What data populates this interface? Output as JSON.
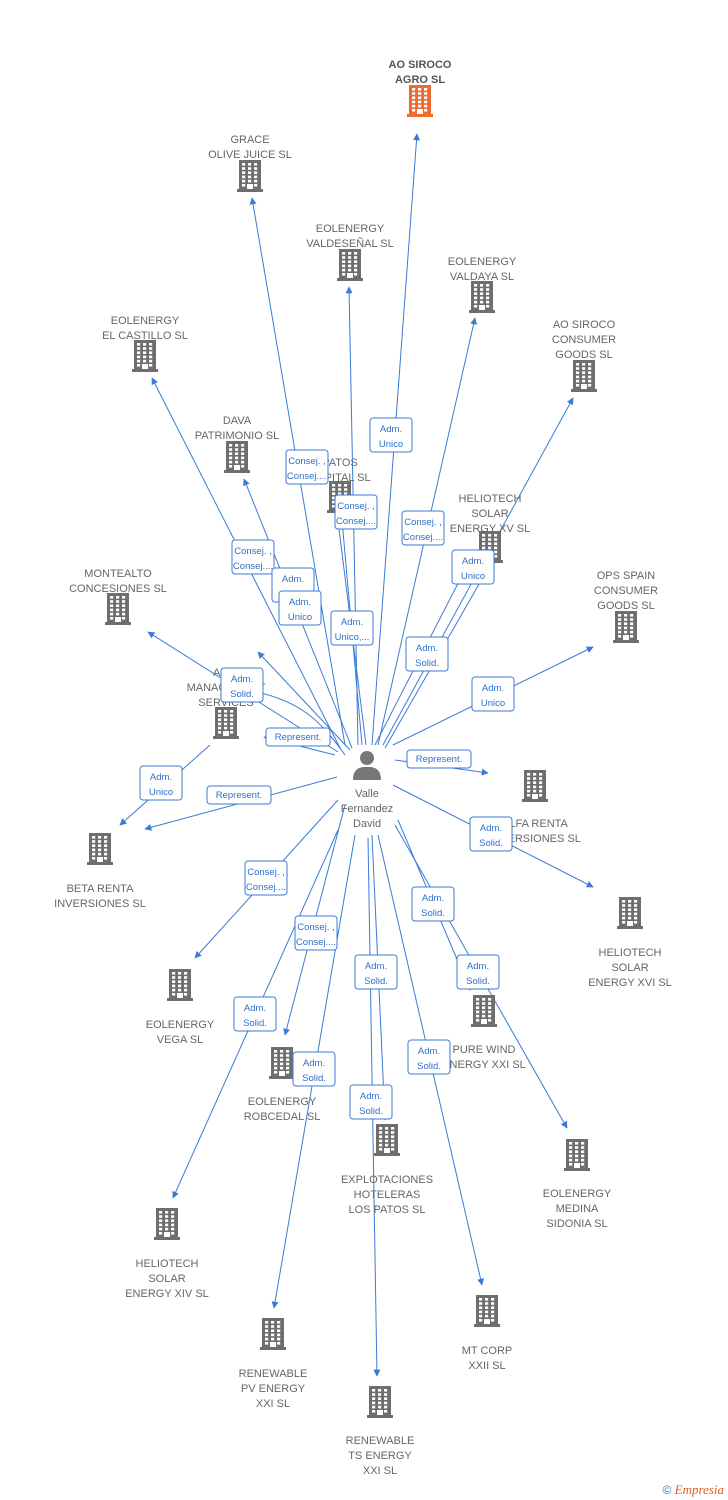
{
  "colors": {
    "edge": "#3a7bd5",
    "building": "#6e6e6e",
    "highlight": "#ee6a2f",
    "person": "#777777"
  },
  "center": {
    "name_lines": [
      "Valle",
      "Fernandez",
      "David"
    ],
    "icon": "person-icon"
  },
  "nodes": [
    {
      "id": "ao-siroco-agro",
      "lines": [
        "AO SIROCO",
        "AGRO  SL"
      ],
      "highlight": true
    },
    {
      "id": "grace-olive-juice",
      "lines": [
        "GRACE",
        "OLIVE JUICE  SL"
      ]
    },
    {
      "id": "eolenergy-valdesenal",
      "lines": [
        "EOLENERGY",
        "VALDESEÑAL SL"
      ]
    },
    {
      "id": "eolenergy-valdaya",
      "lines": [
        "EOLENERGY",
        "VALDAYA SL"
      ]
    },
    {
      "id": "eolenergy-el-castillo",
      "lines": [
        "EOLENERGY",
        "EL CASTILLO SL"
      ]
    },
    {
      "id": "ao-siroco-consumer-goods",
      "lines": [
        "AO SIROCO",
        "CONSUMER",
        "GOODS  SL"
      ]
    },
    {
      "id": "dava-patrimonio",
      "lines": [
        "DAVA",
        "PATRIMONIO SL"
      ]
    },
    {
      "id": "patos-capital",
      "lines": [
        "PATOS",
        "CAPITAL SL"
      ]
    },
    {
      "id": "heliotech-solar-xv",
      "lines": [
        "HELIOTECH",
        "SOLAR",
        "ENERGY XV SL"
      ]
    },
    {
      "id": "montealto-concesiones",
      "lines": [
        "MONTEALTO",
        "CONCESIONES SL"
      ]
    },
    {
      "id": "ops-spain-consumer-goods",
      "lines": [
        "OPS SPAIN",
        "CONSUMER",
        "GOODS  SL"
      ]
    },
    {
      "id": "alta-management-services",
      "lines": [
        "ALTA",
        "MANAGEMENT",
        "SERVICES"
      ]
    },
    {
      "id": "alfa-renta-inversiones",
      "lines": [
        "ALFA RENTA",
        "INVERSIONES SL"
      ]
    },
    {
      "id": "beta-renta-inversiones",
      "lines": [
        "BETA RENTA",
        "INVERSIONES SL"
      ]
    },
    {
      "id": "heliotech-solar-xvi",
      "lines": [
        "HELIOTECH",
        "SOLAR",
        "ENERGY XVI SL"
      ]
    },
    {
      "id": "eolenergy-vega",
      "lines": [
        "EOLENERGY",
        "VEGA SL"
      ]
    },
    {
      "id": "pure-wind-energy-xxi",
      "lines": [
        "PURE WIND",
        "ENERGY XXI SL"
      ]
    },
    {
      "id": "eolenergy-robcedal",
      "lines": [
        "EOLENERGY",
        "ROBCEDAL SL"
      ]
    },
    {
      "id": "explotaciones-hoteleras",
      "lines": [
        "EXPLOTACIONES",
        "HOTELERAS",
        "LOS PATOS SL"
      ]
    },
    {
      "id": "eolenergy-medina-sidonia",
      "lines": [
        "EOLENERGY",
        "MEDINA",
        "SIDONIA SL"
      ]
    },
    {
      "id": "heliotech-solar-xiv",
      "lines": [
        "HELIOTECH",
        "SOLAR",
        "ENERGY XIV SL"
      ]
    },
    {
      "id": "mt-corp-xxii",
      "lines": [
        "MT CORP",
        "XXII SL"
      ]
    },
    {
      "id": "renewable-pv-energy-xxi",
      "lines": [
        "RENEWABLE",
        "PV ENERGY",
        "XXI SL"
      ]
    },
    {
      "id": "renewable-ts-energy-xxi",
      "lines": [
        "RENEWABLE",
        "TS ENERGY",
        "XXI SL"
      ]
    }
  ],
  "relations": [
    {
      "lines": [
        "Adm.",
        "Unico"
      ]
    },
    {
      "lines": [
        "Consej. ,",
        "Consej...."
      ]
    },
    {
      "lines": [
        "Consej. ,",
        "Consej...."
      ]
    },
    {
      "lines": [
        "Consej. ,",
        "Consej...."
      ]
    },
    {
      "lines": [
        "Consej. ,",
        "Consej...."
      ]
    },
    {
      "lines": [
        "Adm.",
        "Unico"
      ]
    },
    {
      "lines": [
        "Adm.",
        "Solid."
      ]
    },
    {
      "lines": [
        "Adm.",
        "Unico"
      ]
    },
    {
      "lines": [
        "Adm.",
        "Unico,..."
      ]
    },
    {
      "lines": [
        "Adm.",
        "Solid."
      ]
    },
    {
      "lines": [
        "Adm.",
        "Solid."
      ]
    },
    {
      "lines": [
        "Adm.",
        "Unico"
      ]
    },
    {
      "lines": [
        "Represent."
      ]
    },
    {
      "lines": [
        "Represent."
      ]
    },
    {
      "lines": [
        "Adm.",
        "Unico"
      ]
    },
    {
      "lines": [
        "Represent."
      ]
    },
    {
      "lines": [
        "Adm.",
        "Solid."
      ]
    },
    {
      "lines": [
        "Consej. ,",
        "Consej...."
      ]
    },
    {
      "lines": [
        "Consej. ,",
        "Consej...."
      ]
    },
    {
      "lines": [
        "Adm.",
        "Solid."
      ]
    },
    {
      "lines": [
        "Adm.",
        "Solid."
      ]
    },
    {
      "lines": [
        "Adm.",
        "Solid."
      ]
    },
    {
      "lines": [
        "Adm.",
        "Solid."
      ]
    },
    {
      "lines": [
        "Adm.",
        "Solid."
      ]
    },
    {
      "lines": [
        "Adm.",
        "Solid."
      ]
    },
    {
      "lines": [
        "Adm.",
        "Solid."
      ]
    }
  ],
  "footer": {
    "copyright_symbol": "©",
    "brand": "Empresia"
  }
}
